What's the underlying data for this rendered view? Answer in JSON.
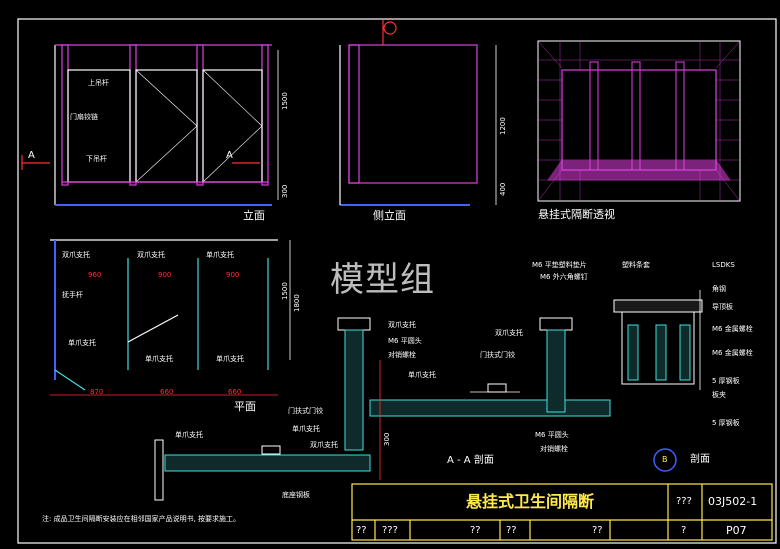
{
  "views": {
    "elevation": "立面",
    "side_elevation": "侧立面",
    "perspective": "悬挂式隔断透视",
    "plan": "平面",
    "section_aa": "A - A 剖面",
    "section_b": "剖面",
    "section_b_marker": "B"
  },
  "elevation_labels": [
    "上吊杆",
    "门扇铰链",
    "下吊杆"
  ],
  "elevation_dims": [
    "1500",
    "300",
    "1200",
    "400"
  ],
  "section_marks": [
    "A",
    "A"
  ],
  "plan_labels": [
    "双爪支托",
    "双爪支托",
    "单爪支托",
    "抚手杆",
    "单爪支托",
    "单爪支托",
    "单爪支托"
  ],
  "plan_dims": [
    "960",
    "900",
    "900",
    "870",
    "660",
    "660",
    "1500",
    "1800"
  ],
  "detail_labels": {
    "left": [
      "单爪支托",
      "门扶式门铰",
      "单爪支托",
      "双爪支托",
      "底座钢板"
    ],
    "middle": [
      "双爪支托",
      "M6 平圆头",
      "对销螺栓",
      "单爪支托",
      "双爪支托",
      "门扶式门铰",
      "M6 平圆头",
      "对销螺栓"
    ],
    "top": [
      "M6 平垫塑料垫片",
      "M6 外六角螺钉",
      "塑料条套"
    ],
    "right": [
      "LSDKS",
      "角钢",
      "导顶板",
      "M6 金属螺栓",
      "M6 金属螺栓",
      "5 厚钢板",
      "板夹",
      "5 厚钢板"
    ]
  },
  "section_dims": [
    "300"
  ],
  "note": "注: 成品卫生间隔断安装应在相邻国家产品说明书, 按要求施工。",
  "watermark": "模型组",
  "title_block": {
    "title": "悬挂式卫生间隔断",
    "atlas_label": "???",
    "atlas_no": "03J502-1",
    "page_label": "?",
    "page_no": "P07",
    "row_cells": [
      "??",
      "???",
      "??",
      "??",
      "??"
    ]
  },
  "colors": {
    "magenta": "#e040e0",
    "cyan": "#40e0e0",
    "red": "#ff3030",
    "yellow": "#ffe94a",
    "green": "#40d040",
    "blue": "#4060ff"
  }
}
